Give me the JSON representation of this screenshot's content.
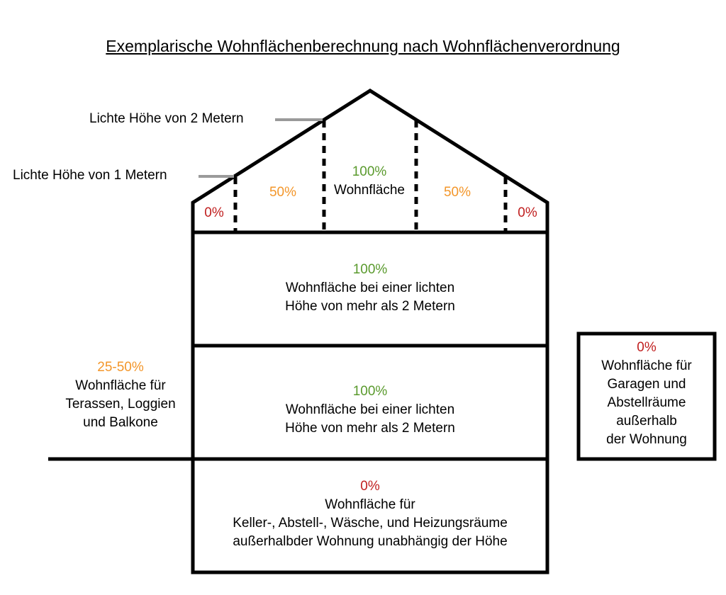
{
  "title": "Exemplarische Wohnflächenberechnung nach Wohnflächenverordnung",
  "colors": {
    "green": "#5a9a2d",
    "orange": "#f3962a",
    "red": "#c01f1f",
    "outline": "#000000",
    "leader": "#9a9a9a"
  },
  "attic": {
    "label_2m": "Lichte Höhe von 2 Metern",
    "label_1m": "Lichte Höhe von 1 Metern",
    "left_edge_pct": "0%",
    "left_mid_pct": "50%",
    "center_pct": "100%",
    "center_label": "Wohnfläche",
    "right_mid_pct": "50%",
    "right_edge_pct": "0%"
  },
  "upper_floor": {
    "pct": "100%",
    "line1": "Wohnfläche bei einer lichten",
    "line2": "Höhe von mehr als 2 Metern"
  },
  "ground_floor": {
    "pct": "100%",
    "line1": "Wohnfläche bei einer lichten",
    "line2": "Höhe von mehr als 2 Metern"
  },
  "basement": {
    "pct": "0%",
    "line1": "Wohnfläche für",
    "line2": "Keller-, Abstell-, Wäsche, und Heizungsräume",
    "line3": "außerhalbder Wohnung unabhängig der Höhe"
  },
  "terrace": {
    "pct": "25-50%",
    "line1": "Wohnfläche für",
    "line2": "Terassen, Loggien",
    "line3": "und Balkone"
  },
  "garage": {
    "pct": "0%",
    "line1": "Wohnfläche für",
    "line2": "Garagen und",
    "line3": "Abstellräume",
    "line4": "außerhalb",
    "line5": "der Wohnung"
  }
}
